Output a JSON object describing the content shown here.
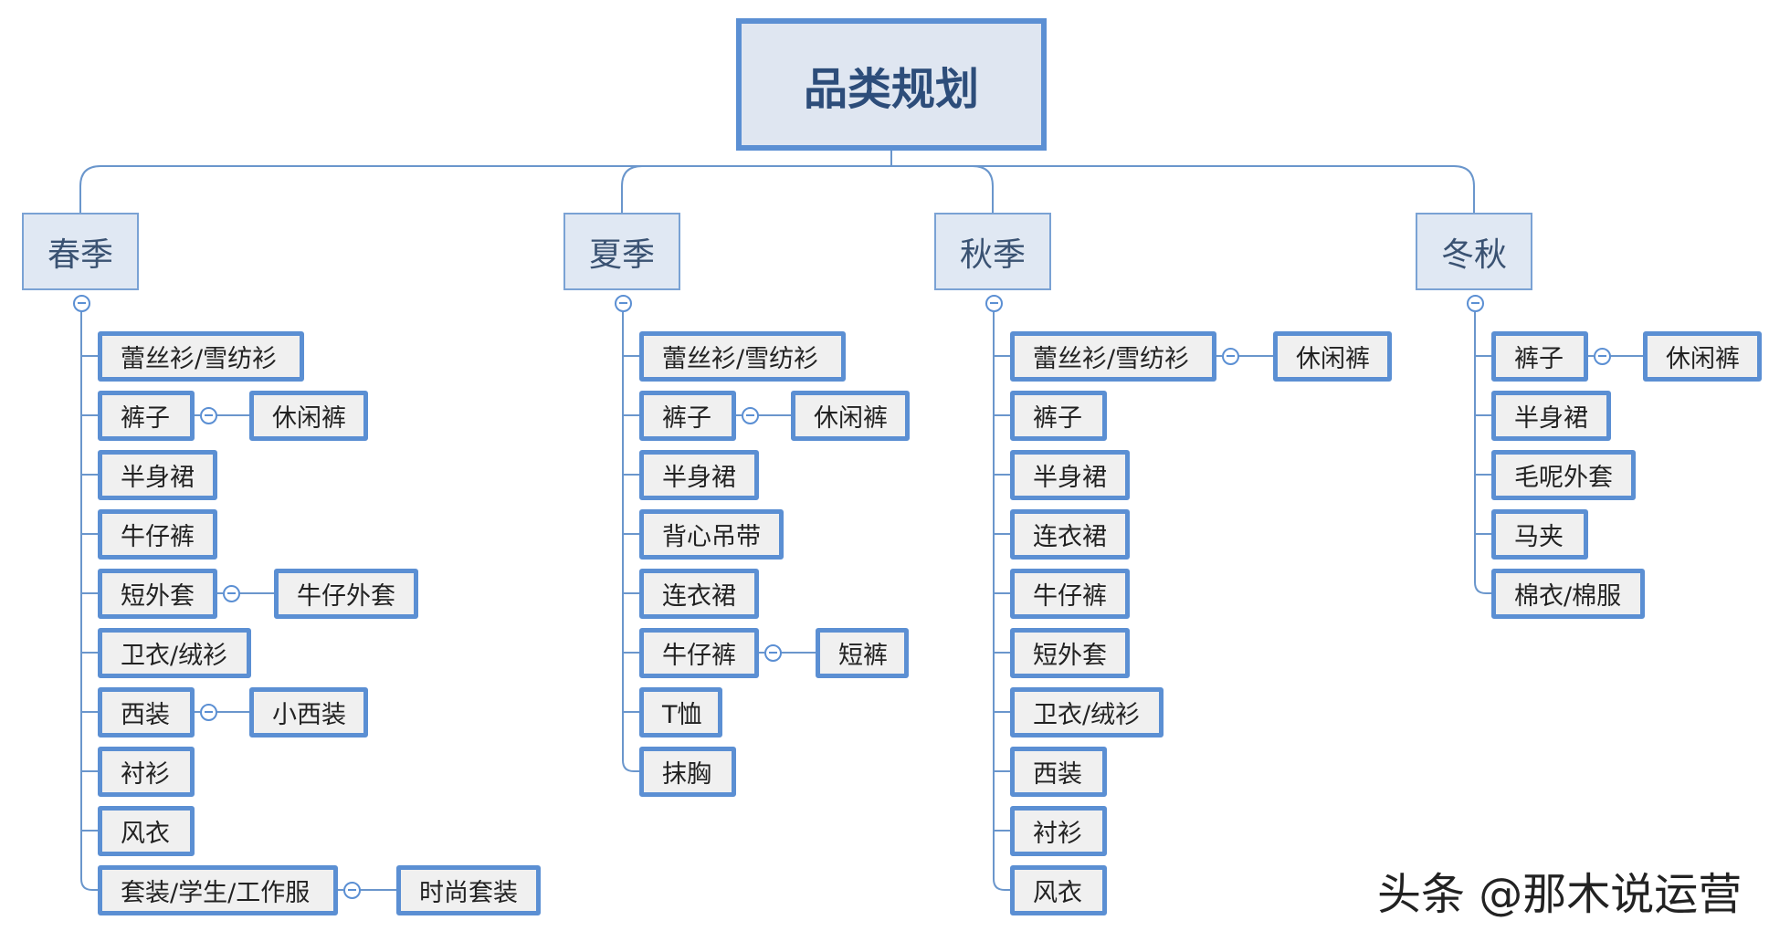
{
  "root": {
    "label": "品类规划"
  },
  "columns": [
    {
      "label": "春季",
      "items": [
        {
          "label": "蕾丝衫/雪纺衫"
        },
        {
          "label": "裤子",
          "child": "休闲裤"
        },
        {
          "label": "半身裙"
        },
        {
          "label": "牛仔裤"
        },
        {
          "label": "短外套",
          "child": "牛仔外套"
        },
        {
          "label": "卫衣/绒衫"
        },
        {
          "label": "西装",
          "child": "小西装"
        },
        {
          "label": "衬衫"
        },
        {
          "label": "风衣"
        },
        {
          "label": "套装/学生/工作服",
          "child": "时尚套装"
        }
      ]
    },
    {
      "label": "夏季",
      "items": [
        {
          "label": "蕾丝衫/雪纺衫"
        },
        {
          "label": "裤子",
          "child": "休闲裤"
        },
        {
          "label": "半身裙"
        },
        {
          "label": "背心吊带"
        },
        {
          "label": "连衣裙"
        },
        {
          "label": "牛仔裤",
          "child": "短裤"
        },
        {
          "label": "T恤"
        },
        {
          "label": "抹胸"
        }
      ]
    },
    {
      "label": "秋季",
      "items": [
        {
          "label": "蕾丝衫/雪纺衫",
          "child": "休闲裤"
        },
        {
          "label": "裤子"
        },
        {
          "label": "半身裙"
        },
        {
          "label": "连衣裙"
        },
        {
          "label": "牛仔裤"
        },
        {
          "label": "短外套"
        },
        {
          "label": "卫衣/绒衫"
        },
        {
          "label": "西装"
        },
        {
          "label": "衬衫"
        },
        {
          "label": "风衣"
        }
      ]
    },
    {
      "label": "冬秋",
      "items": [
        {
          "label": "裤子",
          "child": "休闲裤"
        },
        {
          "label": "半身裙"
        },
        {
          "label": "毛呢外套"
        },
        {
          "label": "马夹"
        },
        {
          "label": "棉衣/棉服"
        }
      ]
    }
  ],
  "watermark": "头条 @那木说运营",
  "colors": {
    "accent": "#5b8fd3",
    "root_fill": "#dfe6f1",
    "season_fill": "#e0e8f3",
    "leaf_fill": "#f0f0f0",
    "line": "#6a96cc"
  }
}
